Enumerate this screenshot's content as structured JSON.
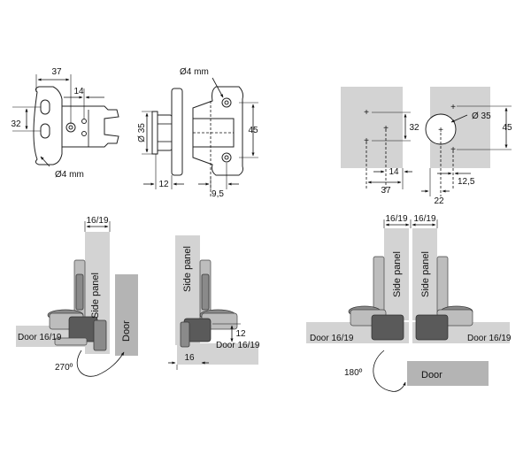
{
  "hinge_front": {
    "dim_width": "37",
    "dim_offset": "14",
    "dim_height": "32",
    "dim_hole": "Ø4 mm"
  },
  "hinge_side": {
    "dim_hole": "Ø4 mm",
    "dim_cup": "Ø 35",
    "dim_depth": "12",
    "dim_plate": "45",
    "dim_offset": "9,5"
  },
  "drilling": {
    "dim_vertical": "32",
    "dim_edge": "14",
    "dim_width": "37",
    "dim_cup": "Ø 35",
    "dim_spacing": "45",
    "dim_edge_cup": "12,5",
    "dim_cup_center": "22"
  },
  "installs": [
    {
      "dim_thickness": "16/19",
      "side_panel": "Side panel",
      "door": "Door",
      "door_label": "Door 16/19",
      "angle": "270º"
    },
    {
      "side_panel": "Side panel",
      "dim_gap": "12",
      "dim_panel": "16",
      "door_label": "Door 16/19"
    },
    {
      "dim_left": "16/19",
      "dim_right": "16/19",
      "side_panel_left": "Side panel",
      "side_panel_right": "Side panel",
      "door_left": "Door 16/19",
      "door_right": "Door 16/19",
      "angle": "180º",
      "door": "Door"
    }
  ],
  "colors": {
    "panel_light": "#d3d3d3",
    "panel_dark": "#b4b4b4",
    "metal": "#8a8a8a",
    "line": "#111111"
  }
}
